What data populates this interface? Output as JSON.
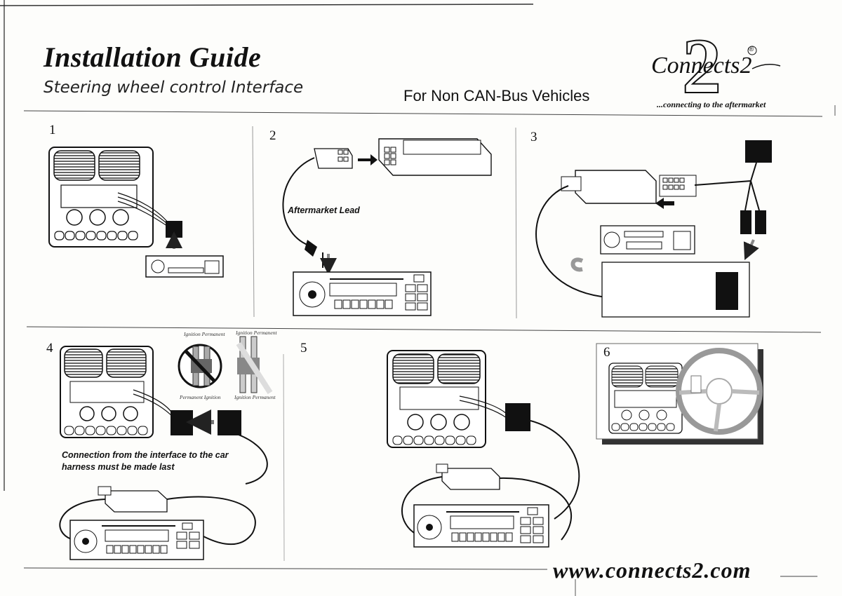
{
  "header": {
    "title": "Installation Guide",
    "subtitle": "Steering wheel control Interface",
    "vehicle_type": "For Non CAN-Bus Vehicles"
  },
  "logo": {
    "brand_text": "Connects2",
    "registered": "®",
    "tagline": "...connecting to the aftermarket"
  },
  "steps": [
    {
      "number": "1"
    },
    {
      "number": "2",
      "caption": "Aftermarket Lead"
    },
    {
      "number": "3"
    },
    {
      "number": "4",
      "caption": "Connection from the interface to the car harness must be made last",
      "labels": {
        "top_left": "Ignition  Permanent",
        "top_right": "Ignition  Permanent",
        "bottom_left": "Permanent  Ignition",
        "bottom_right": "Ignition  Permanent"
      }
    },
    {
      "number": "5"
    },
    {
      "number": "6"
    }
  ],
  "footer": {
    "website": "www.connects2.com"
  }
}
